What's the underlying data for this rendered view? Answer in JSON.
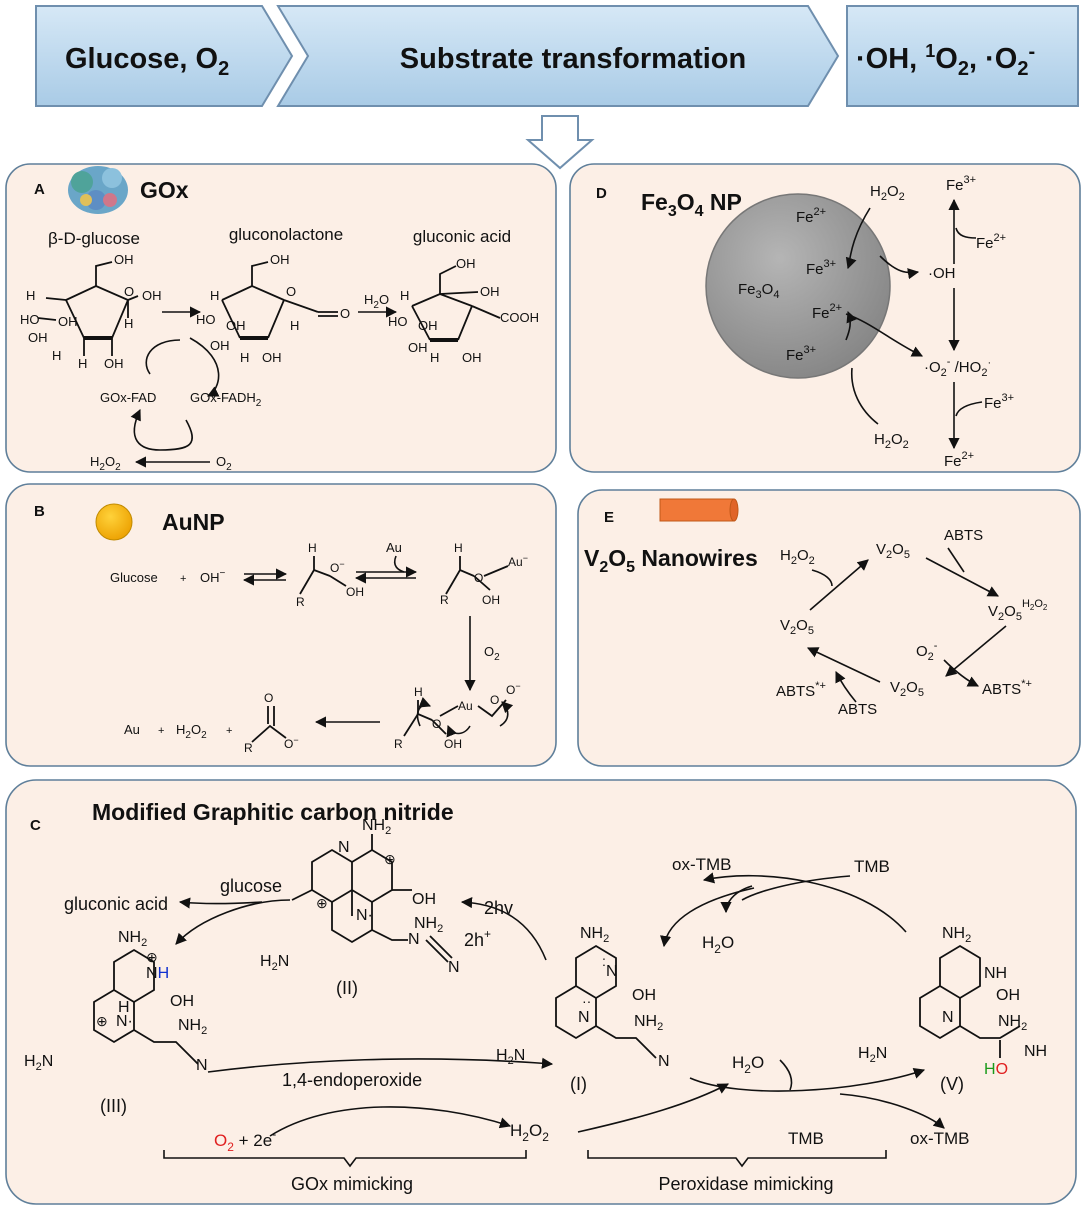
{
  "header": {
    "left": "Glucose, O2",
    "middle": "Substrate transformation",
    "right": "·OH, 1O2, ·O2-"
  },
  "panels": {
    "a": {
      "letter": "A",
      "title": "GOx",
      "glucose": "β-D-glucose",
      "lactone": "gluconolactone",
      "acid": "gluconic acid",
      "water": "H2O",
      "fad": "GOx-FAD",
      "fadh2": "GOx-FADH2",
      "h2o2": "H2O2",
      "o2": "O2"
    },
    "b": {
      "letter": "B",
      "title": "AuNP",
      "glucose": "Glucose",
      "au": "Au",
      "o2": "O2",
      "h2o2": "H2O2"
    },
    "c": {
      "letter": "C",
      "title": "Modified Graphitic carbon nitride",
      "glucose": "glucose",
      "gluconic": "gluconic acid",
      "hv": "2hv",
      "holes": "2h+",
      "oxtmb_top": "ox-TMB",
      "tmb_top": "TMB",
      "water_green": "H2O",
      "endoperoxide": "1,4-endoperoxide",
      "o2_red": "O2",
      "electrons": "+ 2e-",
      "h2o2_blue": "H2O2",
      "water_blue": "H2O",
      "tmb_bottom": "TMB",
      "oxtmb_bottom": "ox-TMB",
      "gox_mimic": "GOx mimicking",
      "perox_mimic": "Peroxidase mimicking",
      "labels": [
        "(I)",
        "(II)",
        "(III)",
        "(V)"
      ]
    },
    "d": {
      "letter": "D",
      "title": "Fe3O4 NP",
      "core": "Fe3O4",
      "fe2": "Fe2+",
      "fe3": "Fe3+",
      "h2o2": "H2O2",
      "oh": "·OH",
      "superoxide": "·O2- /HO2·"
    },
    "e": {
      "letter": "E",
      "title": "V2O5 Nanowires",
      "v2o5": "V2O5",
      "h2o2": "H2O2",
      "abts": "ABTS",
      "abts_rad": "ABTS*+",
      "o2minus": "O2-"
    }
  },
  "colors": {
    "banner_fill": "#bcd8ee",
    "banner_stroke": "#6f8fae",
    "panel_fill": "#fcefe6",
    "panel_stroke": "#5f7f9a",
    "red": "#e02020",
    "blue": "#1030d0",
    "green": "#1a9a1a",
    "gold": "#f6b800",
    "orange": "#f07838",
    "sphere": "#9a9a9a"
  },
  "icons": [
    "enzyme-protein-icon",
    "gold-nanoparticle-icon",
    "nanowire-cylinder-icon",
    "iron-oxide-sphere-icon",
    "down-arrow-icon"
  ]
}
